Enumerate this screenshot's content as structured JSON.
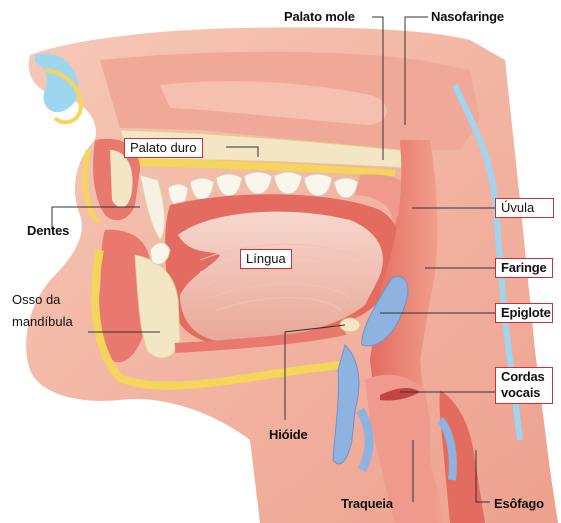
{
  "labels": {
    "palato_mole": "Palato mole",
    "nasofaringe": "Nasofaringe",
    "palato_duro": "Palato duro",
    "uvula": "Úvula",
    "dentes": "Dentes",
    "lingua": "Língua",
    "faringe": "Faringe",
    "osso_mandibula_1": "Osso da",
    "osso_mandibula_2": "mandíbula",
    "epiglote": "Epiglote",
    "cordas_1": "Cordas",
    "cordas_2": "vocais",
    "hioide": "Hióide",
    "traqueia": "Traqueia",
    "esofago": "Esôfago"
  },
  "colors": {
    "skin": "#f3b7a2",
    "tissue": "#ef9a8d",
    "muscle": "#e9786f",
    "bone": "#f2e6c4",
    "fat": "#f6d65a",
    "cartilage": "#8fb3e0",
    "nasal": "#9fd6ef",
    "leader_red": "#c8303a"
  }
}
